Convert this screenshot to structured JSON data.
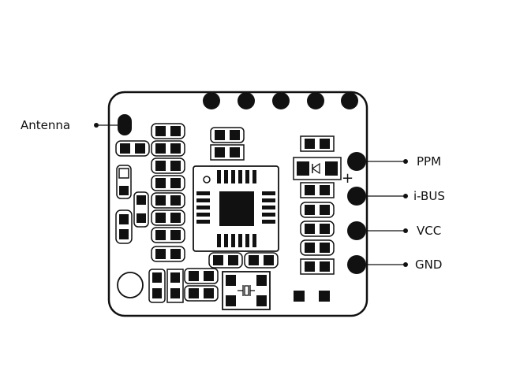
{
  "labels": {
    "antenna": "Antenna",
    "ppm": "PPM",
    "ibus": "i-BUS",
    "vcc": "VCC",
    "gnd": "GND",
    "plus": "+"
  },
  "colors": {
    "ink": "#111111",
    "background": "#ffffff"
  }
}
